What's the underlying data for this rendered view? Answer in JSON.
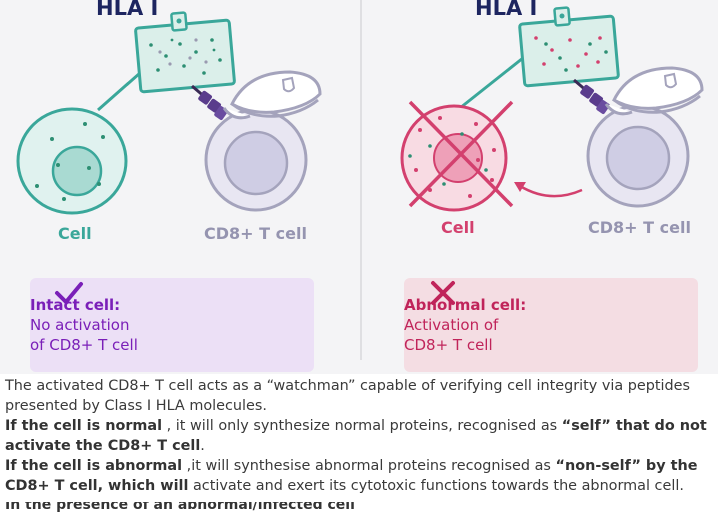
{
  "left_panel": {
    "title": "HLA I",
    "cell_label": "Cell",
    "tcell_label": "CD8+ T cell",
    "box_title": "Intact cell:",
    "box_line1": "No activation",
    "box_line2": "of CD8+ T cell",
    "box_bg": "#ece0f6",
    "accent": "#7a1fb8"
  },
  "right_panel": {
    "title": "HLA I",
    "cell_label": "Cell",
    "tcell_label": "CD8+ T cell",
    "box_title": "Abnormal cell:",
    "box_line1": "Activation of",
    "box_line2": "CD8+ T cell",
    "box_bg": "#f4dde3",
    "accent": "#c0245a"
  },
  "colors": {
    "navy": "#1d2560",
    "teal": "#3aa79a",
    "tcell_gray": "#a4a3bc",
    "pink": "#d3406e"
  },
  "caption": {
    "p1": "The activated CD8+ T cell acts as a “watchman” capable of verifying cell integrity via peptides presented by Class I HLA molecules.",
    "p2_bold1": "If the cell is normal",
    "p2_text1": " , it will only synthesize normal proteins, recognised as ",
    "p2_bold2": "“self” that do not activate the CD8+ T cell",
    "p2_text2": ".",
    "p3_bold1": "If the cell is abnormal",
    "p3_text1": " ,it will synthesise abnormal proteins recognised as ",
    "p3_bold2": "“non-self” by the CD8+ T cell, which will",
    "p3_text2": " activate and exert its cytotoxic functions towards the abnormal cell.",
    "p4_partial": "In the presence of an abnormal/infected cell"
  }
}
